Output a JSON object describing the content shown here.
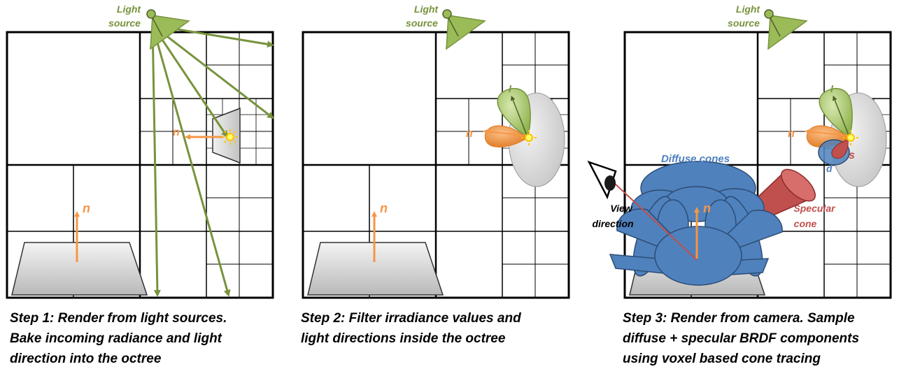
{
  "panels": [
    {
      "light_label": [
        "Light",
        "source"
      ],
      "normal_labels": [
        "n",
        "n"
      ],
      "caption": [
        "Step 1: Render from light sources.",
        "Bake incoming radiance and light",
        "direction into the octree"
      ]
    },
    {
      "light_label": [
        "Light",
        "source"
      ],
      "normal_labels": [
        "n",
        "n"
      ],
      "lobe_label": "l",
      "caption": [
        "Step 2: Filter irradiance values and",
        "light directions inside the octree"
      ]
    },
    {
      "light_label": [
        "Light",
        "source"
      ],
      "normal_labels": [
        "n",
        "n"
      ],
      "lobe_label": "l",
      "specular_label": "s",
      "diffuse_label": "d",
      "diffuse_cones_label": "Diffuse cones",
      "view_label": [
        "View",
        "direction"
      ],
      "specular_cone_label": [
        "Specular",
        "cone"
      ],
      "caption": [
        "Step 3: Render from camera. Sample",
        "diffuse + specular BRDF components",
        "using voxel based cone tracing"
      ]
    }
  ],
  "colors": {
    "light_green": "#77933c",
    "light_fill": "#9bbb59",
    "normal_orange": "#f79646",
    "diffuse_blue": "#4f81bd",
    "specular_red": "#c0504d"
  }
}
